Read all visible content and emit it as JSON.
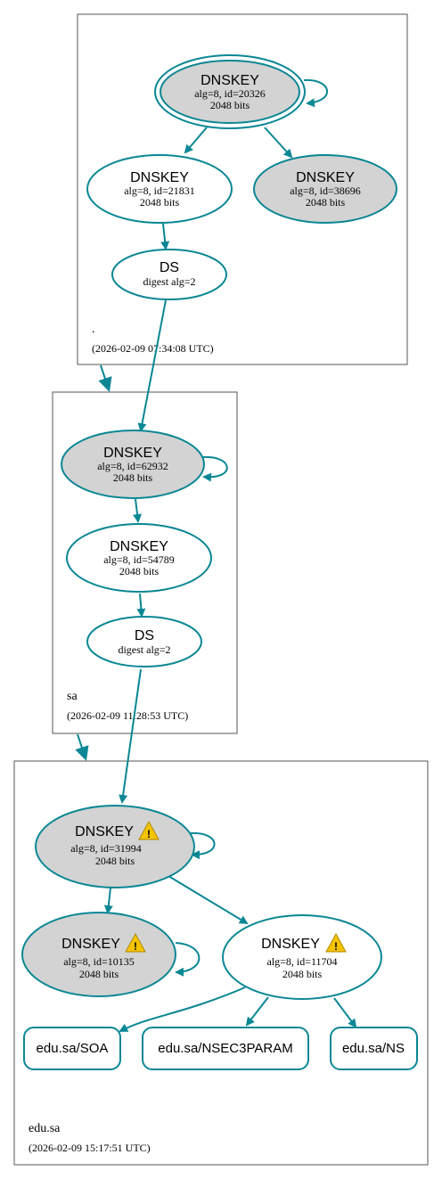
{
  "zones": [
    {
      "label": ".",
      "timestamp": "(2026-02-09 07:34:08 UTC)"
    },
    {
      "label": "sa",
      "timestamp": "(2026-02-09 11:28:53 UTC)"
    },
    {
      "label": "edu.sa",
      "timestamp": "(2026-02-09 15:17:51 UTC)"
    }
  ],
  "nodes": {
    "root_ksk": {
      "title": "DNSKEY",
      "line1": "alg=8, id=20326",
      "line2": "2048 bits"
    },
    "root_zsk1": {
      "title": "DNSKEY",
      "line1": "alg=8, id=21831",
      "line2": "2048 bits"
    },
    "root_zsk2": {
      "title": "DNSKEY",
      "line1": "alg=8, id=38696",
      "line2": "2048 bits"
    },
    "root_ds": {
      "title": "DS",
      "line1": "digest alg=2"
    },
    "sa_ksk": {
      "title": "DNSKEY",
      "line1": "alg=8, id=62932",
      "line2": "2048 bits"
    },
    "sa_zsk": {
      "title": "DNSKEY",
      "line1": "alg=8, id=54789",
      "line2": "2048 bits"
    },
    "sa_ds": {
      "title": "DS",
      "line1": "digest alg=2"
    },
    "edu_ksk": {
      "title": "DNSKEY",
      "line1": "alg=8, id=31994",
      "line2": "2048 bits"
    },
    "edu_key2": {
      "title": "DNSKEY",
      "line1": "alg=8, id=10135",
      "line2": "2048 bits"
    },
    "edu_zsk": {
      "title": "DNSKEY",
      "line1": "alg=8, id=11704",
      "line2": "2048 bits"
    }
  },
  "rrsets": [
    {
      "label": "edu.sa/SOA"
    },
    {
      "label": "edu.sa/NSEC3PARAM"
    },
    {
      "label": "edu.sa/NS"
    }
  ],
  "colors": {
    "edge": "#0a8794",
    "grey_node": "#d3d3d3",
    "warning": "#f5c400"
  },
  "icons": {
    "warning": "warning-icon"
  }
}
